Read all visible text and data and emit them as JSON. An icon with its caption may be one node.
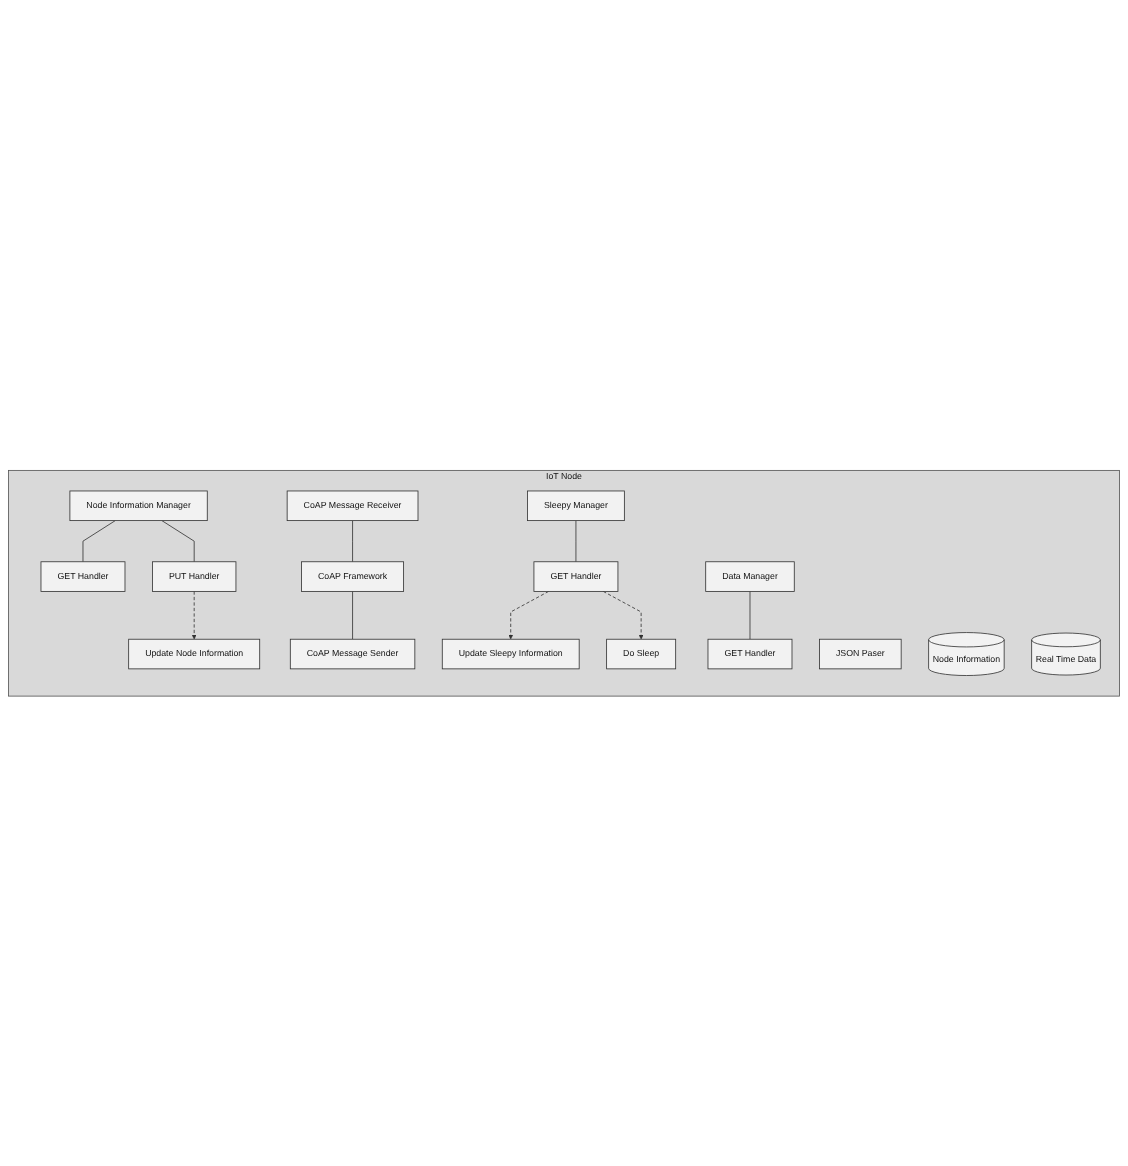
{
  "diagram": {
    "nodes": [
      {
        "text": [
          "IoT Node"
        ]
      },
      {
        "text": [
          "Node Information Manager"
        ],
        "in": 0
      },
      {
        "text": [
          "GET Handler"
        ],
        "in": 0
      },
      {
        "text": [
          "PUT Handler"
        ],
        "in": 0
      },
      {
        "text": [
          "Update Node Information"
        ],
        "in": 0
      },
      {
        "text": [
          "CoAP Message Receiver"
        ],
        "in": 0
      },
      {
        "text": [
          "CoAP Framework"
        ],
        "in": 0
      },
      {
        "text": [
          "CoAP Message Sender"
        ],
        "in": 0
      },
      {
        "text": [
          "Sleepy Manager"
        ],
        "in": 0
      },
      {
        "text": [
          "GET Handler"
        ],
        "in": 0
      },
      {
        "text": [
          "JSON Paser"
        ],
        "in": 0
      },
      {
        "text": [
          "Update Sleepy Information"
        ],
        "in": 0
      },
      {
        "text": [
          "Do Sleep"
        ],
        "in": 0
      },
      {
        "text": [
          "Node Information"
        ],
        "in": 0
      },
      {
        "text": [
          "Data Manager"
        ],
        "in": 0
      },
      {
        "text": [
          "GET Handler"
        ],
        "in": 0
      },
      {
        "text": [
          "Real Time Data"
        ],
        "in": 0
      }
    ],
    "edges": [
      {
        "from": 1,
        "to": 2,
        "arrow": "none"
      },
      {
        "from": 1,
        "to": 3,
        "arrow": "none"
      },
      {
        "from": 3,
        "to": 4,
        "arrow": "to",
        "style": "dashed"
      },
      {
        "from": 5,
        "to": 6,
        "arrow": "none"
      },
      {
        "from": 6,
        "to": 7,
        "arrow": "none"
      },
      {
        "from": 8,
        "to": 9,
        "arrow": "none"
      },
      {
        "from": 9,
        "to": 11,
        "arrow": "to",
        "style": "dashed"
      },
      {
        "from": 9,
        "to": 12,
        "arrow": "to",
        "style": "dashed"
      },
      {
        "from": 14,
        "to": 15,
        "arrow": "none"
      }
    ]
  }
}
